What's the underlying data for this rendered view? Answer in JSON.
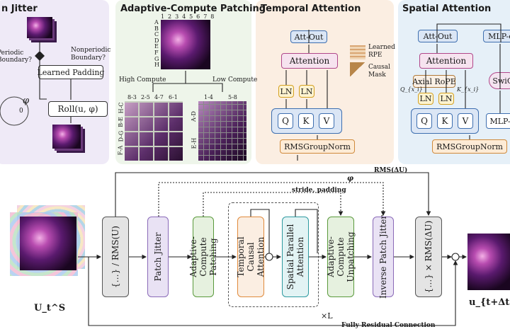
{
  "panels": {
    "jitter": {
      "title": "n Jitter",
      "q_periodic": "Periodic\nBoundary?",
      "q_nonperiodic": "Nonperiodic\nBoundary?",
      "learned_padding": "Learned Padding",
      "phi": "φ",
      "roll": "Roll(u, φ)",
      "zero": "0"
    },
    "patching": {
      "title": "Adaptive-Compute Patching",
      "col_labels": "1 2 3 4 5 6 7 8",
      "row_labels": [
        "A",
        "B",
        "C",
        "D",
        "E",
        "F",
        "G",
        "H"
      ],
      "high": "High Compute",
      "low": "Low Compute",
      "high_cols": [
        "8-3",
        "2-5",
        "4-7",
        "6-1"
      ],
      "high_rows": [
        "H-C",
        "B-E",
        "D-G",
        "F-A"
      ],
      "low_cols": [
        "1-4",
        "5-8"
      ],
      "low_rows": [
        "A-D",
        "E-H"
      ]
    },
    "temporal": {
      "title": "Temporal Attention",
      "att_out": "Att-Out",
      "attention": "Attention",
      "ln": "LN",
      "q": "Q",
      "k": "K",
      "v": "V",
      "norm": "RMSGroupNorm",
      "rpe": "Learned\nRPE",
      "mask": "Causal\nMask"
    },
    "spatial": {
      "title": "Spatial Attention",
      "att_out": "Att-Out",
      "mlp_out": "MLP-o",
      "attention": "Attention",
      "rope": "Axial RoPE",
      "swiglu": "SwiG",
      "ln": "LN",
      "qx": "Q_{x_i}",
      "kx": "K_{x_i}",
      "q": "Q",
      "k": "K",
      "v": "V",
      "mlp": "MLP-",
      "norm": "RMSGroupNorm"
    }
  },
  "pipeline": {
    "blocks": [
      "{…} / RMS(U)",
      "Patch Jitter",
      "Adaptive-Compute Patching",
      "Temporal Causal Attention",
      "Spatial Parallel Attention",
      "Adaptive-Compute Unpatching",
      "Inverse Patch Jitter",
      "{…} × RMS(ΔU)"
    ],
    "rms_label": "RMS(ΔU)",
    "phi_label": "φ",
    "stride_label": "stride, padding",
    "times_l": "×L",
    "residual_label": "Fully Residual Connection",
    "input_label": "U_t^S",
    "output_label": "u_{t+Δt}^S"
  },
  "colors": {
    "blue": "#3e6fb0",
    "pink": "#b0478a",
    "yellow": "#d4a020",
    "orange": "#e08a3c",
    "teal": "#2e9aa0",
    "green": "#5a9a3c"
  }
}
